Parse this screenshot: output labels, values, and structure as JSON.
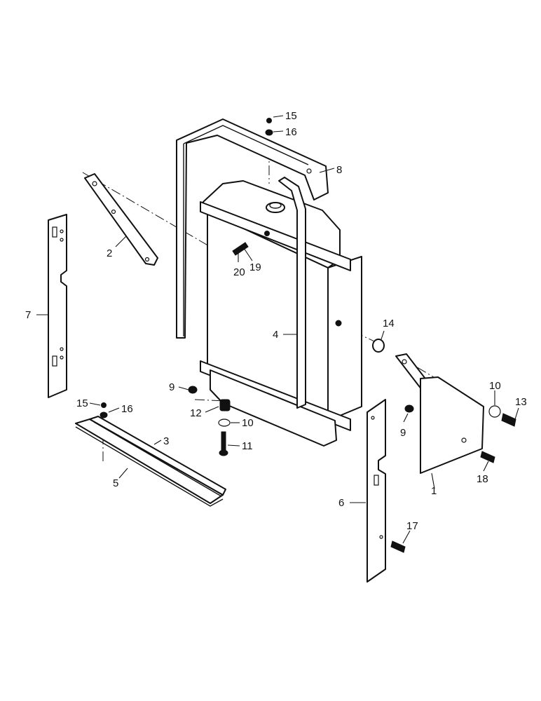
{
  "callouts": {
    "c1": "1",
    "c2": "2",
    "c3": "3",
    "c4": "4",
    "c5": "5",
    "c6": "6",
    "c7": "7",
    "c8": "8",
    "c9a": "9",
    "c9b": "9",
    "c10a": "10",
    "c10b": "10",
    "c11": "11",
    "c12": "12",
    "c13": "13",
    "c14": "14",
    "c15a": "15",
    "c15b": "15",
    "c16a": "16",
    "c16b": "16",
    "c17": "17",
    "c18": "18",
    "c19": "19",
    "c20": "20"
  }
}
